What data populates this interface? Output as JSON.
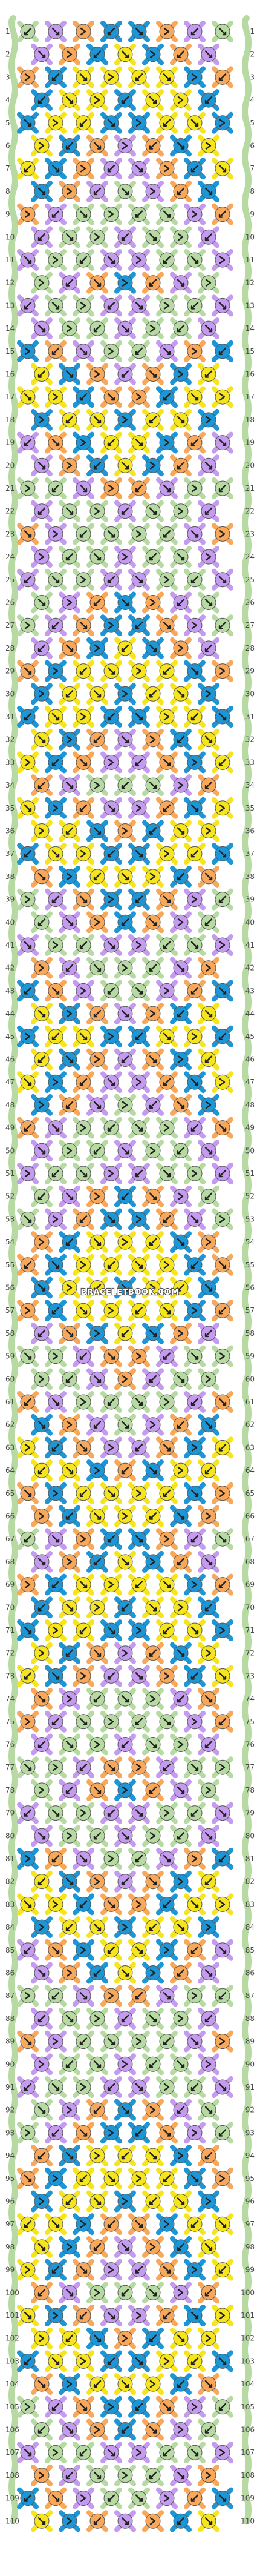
{
  "watermark": "BRACELETBOOK.COM",
  "row_count": 110,
  "column_count": 8,
  "colors": {
    "yellow": "#F6E51E",
    "blue": "#1E96D6",
    "orange": "#F8A85A",
    "lilac": "#C49BEE",
    "sage": "#B6DAA2",
    "background": "#FFFFFF",
    "node_outline": "#555555"
  },
  "icon_names": [
    "knot-arrow-icon",
    "forward-knot-icon",
    "backward-knot-icon",
    "forward-backward-knot-icon",
    "backward-forward-knot-icon"
  ],
  "palette_cycle": [
    "yellow",
    "blue",
    "orange",
    "lilac",
    "sage",
    "sage",
    "lilac",
    "orange",
    "blue",
    "yellow"
  ]
}
